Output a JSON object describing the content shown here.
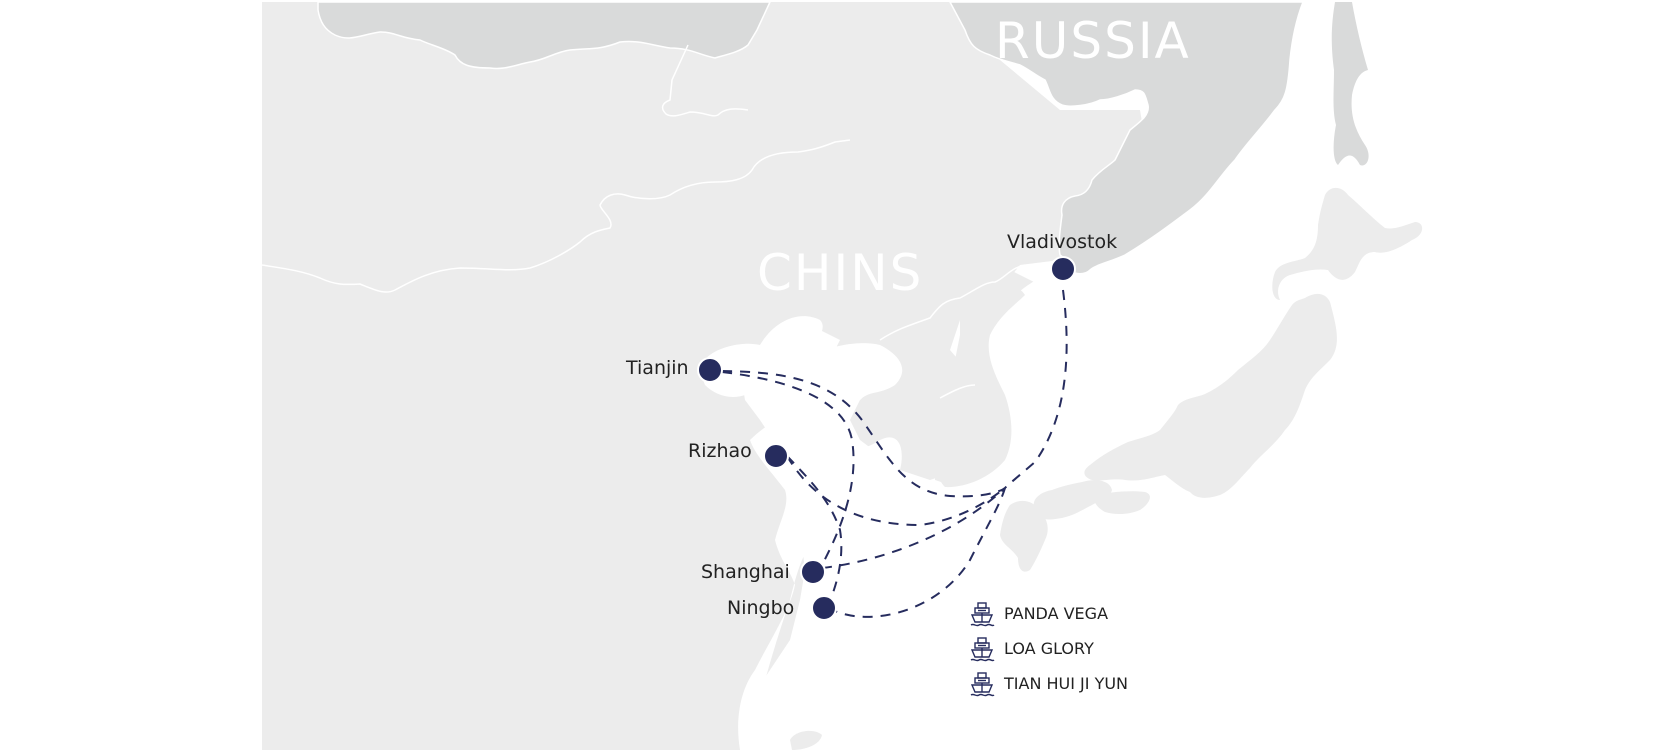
{
  "map": {
    "colors": {
      "background": "#ffffff",
      "china_land": "#ececec",
      "russia_land": "#d9dada",
      "sea": "#ffffff",
      "japan_land": "#ececec",
      "border": "#ffffff",
      "route": "#262c5e",
      "port": "#262c5e"
    },
    "country_labels": [
      {
        "name": "RUSSIA"
      },
      {
        "name": "CHINS"
      }
    ],
    "ports": [
      {
        "name": "Vladivostok"
      },
      {
        "name": "Tianjin"
      },
      {
        "name": "Rizhao"
      },
      {
        "name": "Shanghai"
      },
      {
        "name": "Ningbo"
      }
    ]
  },
  "legend": {
    "icon": "ship-icon",
    "items": [
      {
        "label": "PANDA VEGA"
      },
      {
        "label": "LOA GLORY"
      },
      {
        "label": "TIAN HUI JI YUN"
      }
    ]
  }
}
